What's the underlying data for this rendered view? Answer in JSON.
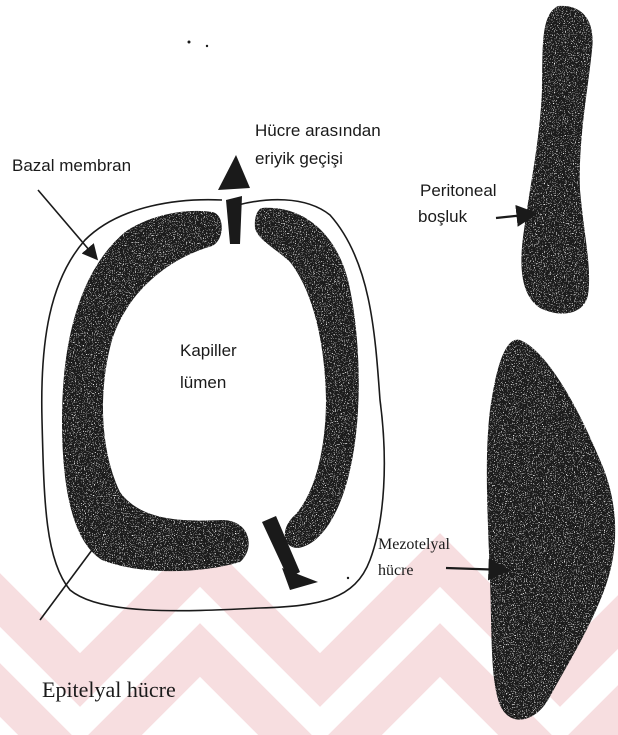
{
  "labels": {
    "bazal_membran": "Bazal membran",
    "hucre_arasindan_line1": "Hücre arasından",
    "hucre_arasindan_line2": "eriyik geçişi",
    "peritoneal_line1": "Peritoneal",
    "peritoneal_line2": "boşluk",
    "kapiller_line1": "Kapiller",
    "kapiller_line2": "lümen",
    "mezotelyal_line1": "Mezotelyal",
    "mezotelyal_line2": "hücre",
    "epitelyal": "Epitelyal hücre"
  },
  "colors": {
    "cell_fill": "#1c1c1c",
    "watermark": "#f3c9cc",
    "line": "#1a1a1a"
  }
}
